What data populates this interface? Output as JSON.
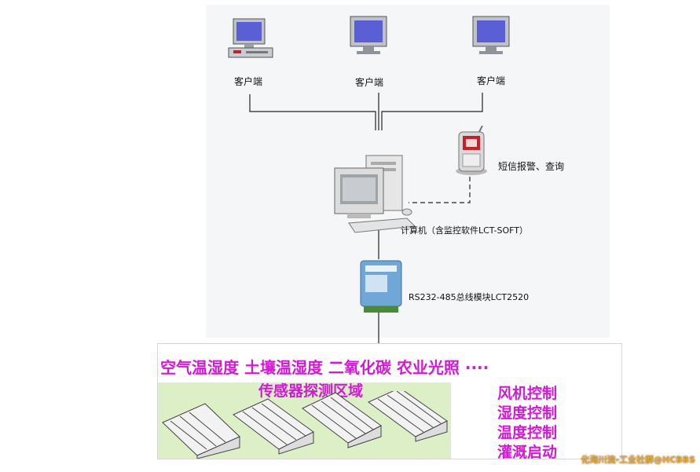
{
  "clients": [
    {
      "label": "客户端"
    },
    {
      "label": "客户端"
    },
    {
      "label": "客户端"
    }
  ],
  "phone_label": "短信报警、查询",
  "computer_label": "计算机（含监控软件LCT-SOFT）",
  "module_label": "RS232-485总线模块LCT2520",
  "sensor": {
    "line1": "空气温湿度  土壤温湿度  二氧化碳  农业光照  ····",
    "line2": "传感器探测区域"
  },
  "controls": [
    "风机控制",
    "湿度控制",
    "温度控制",
    "灌溉启动"
  ],
  "watermark": "化海川流-工业社群@HCBBS",
  "colors": {
    "accent": "#d21ad4",
    "field": "#dcefc6",
    "screen": "#5b5fd6"
  }
}
